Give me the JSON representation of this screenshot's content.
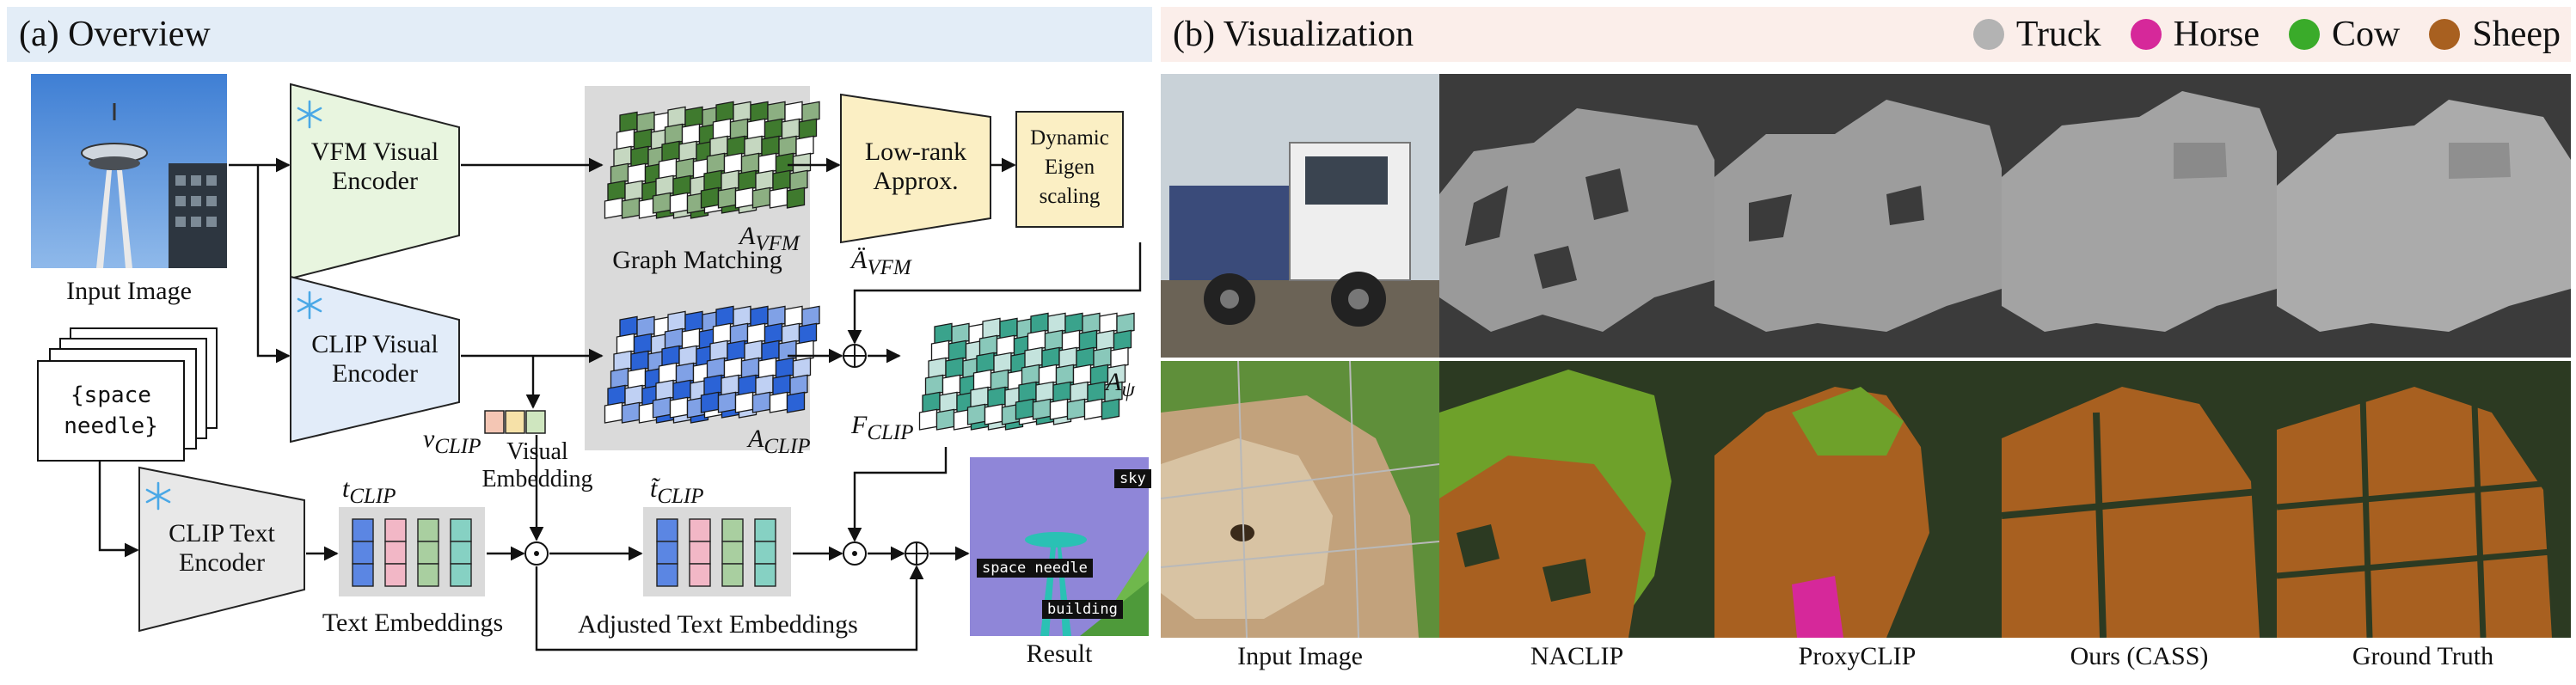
{
  "overview": {
    "title": "(a) Overview",
    "input_image_label": "Input Image",
    "prompt_text_line1": "{space",
    "prompt_text_line2": "needle}",
    "vfm_encoder_line1": "VFM Visual",
    "vfm_encoder_line2": "Encoder",
    "clip_encoder_line1": "CLIP Visual",
    "clip_encoder_line2": "Encoder",
    "clip_text_line1": "CLIP Text",
    "clip_text_line2": "Encoder",
    "graph_matching": "Graph Matching",
    "lowrank_line1": "Low-rank",
    "lowrank_line2": "Approx.",
    "dynamic_line1": "Dynamic",
    "dynamic_line2": "Eigen",
    "dynamic_line3": "scaling",
    "a_vfm": "A",
    "a_vfm_sub": "VFM",
    "a_vfm_dd": "Ä",
    "a_vfm_dd_sub": "VFM",
    "a_clip": "A",
    "a_clip_sub": "CLIP",
    "a_psi": "A",
    "a_psi_sub": "ψ",
    "f_clip": "F",
    "f_clip_sub": "CLIP",
    "v_clip": "v",
    "v_clip_sub": "CLIP",
    "visual_embedding_line1": "Visual",
    "visual_embedding_line2": "Embedding",
    "t_clip": "t",
    "t_clip_sub": "CLIP",
    "t_tilde": "t̃",
    "t_tilde_sub": "CLIP",
    "text_embeddings": "Text Embeddings",
    "adjusted_text_embeddings": "Adjusted Text Embeddings",
    "result": "Result",
    "result_tags": {
      "sky": "sky",
      "space_needle": "space needle",
      "building": "building"
    }
  },
  "visualization": {
    "title": "(b) Visualization",
    "legend": [
      {
        "label": "Truck",
        "color": "#b3b3b3"
      },
      {
        "label": "Horse",
        "color": "#d6289a"
      },
      {
        "label": "Cow",
        "color": "#3aab2a"
      },
      {
        "label": "Sheep",
        "color": "#a86020"
      }
    ],
    "columns": [
      "Input Image",
      "NACLIP",
      "ProxyCLIP",
      "Ours (CASS)",
      "Ground Truth"
    ]
  },
  "colors": {
    "vfm_green": "#3f7a2e",
    "clip_blue": "#2b63d6",
    "psi_teal": "#3aa38c",
    "encoder_green_fill": "#e8f5df",
    "encoder_blue_fill": "#e2ecf9",
    "encoder_gray_fill": "#e8e8e8",
    "approx_fill": "#fbefc4",
    "sheep_brown": "#a86020",
    "cow_green": "#3aab2a",
    "truck_gray": "#b3b3b3",
    "horse_magenta": "#d6289a"
  }
}
